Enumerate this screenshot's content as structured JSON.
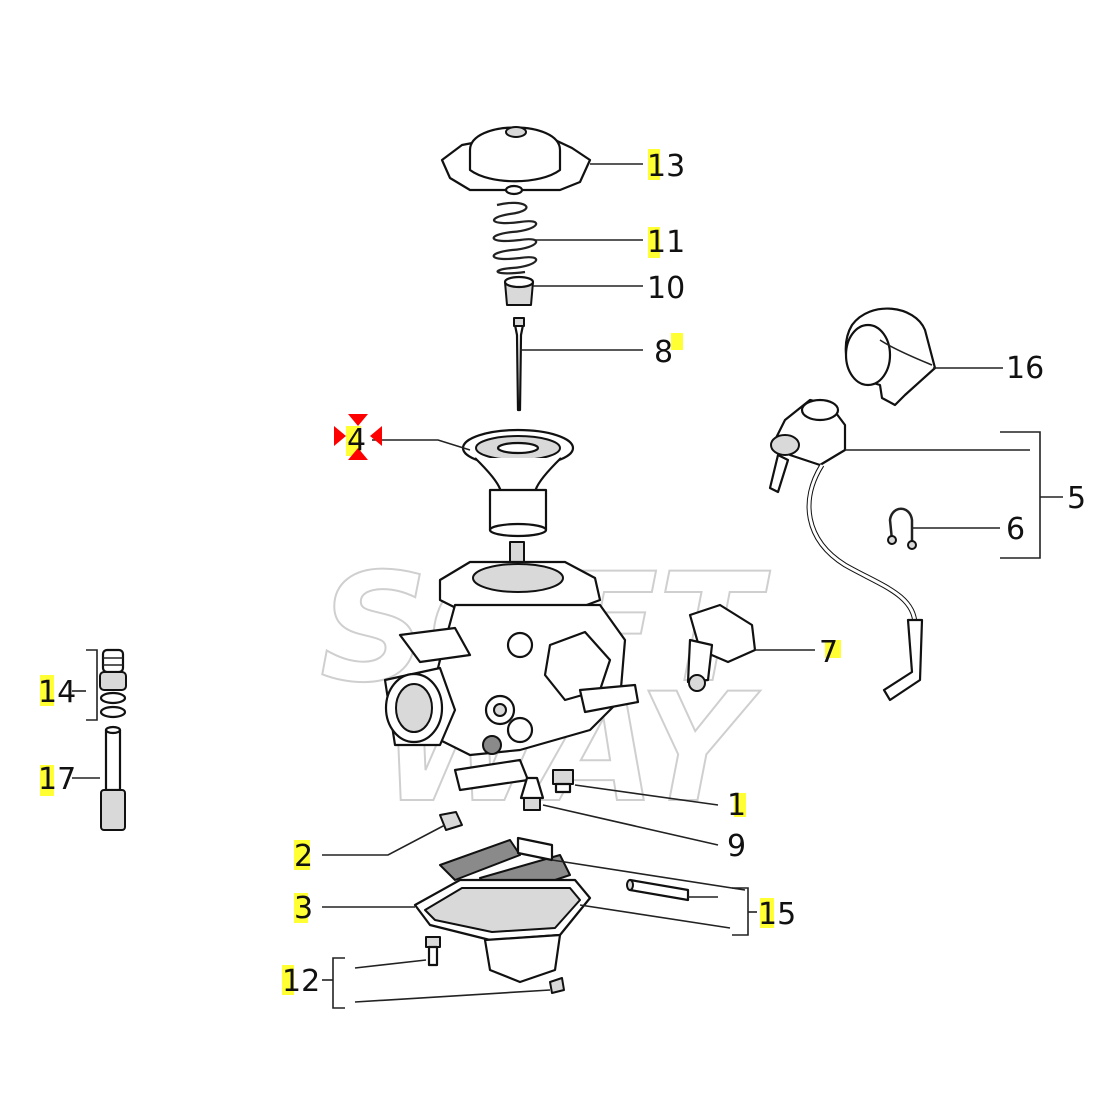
{
  "diagram": {
    "watermark_line1": "SOFT",
    "watermark_line2": "WAY",
    "highlight_color": "#ffff33",
    "marker_color": "#ff0000",
    "selected_part": "4",
    "labels": {
      "p1": "1",
      "p2": "2",
      "p3": "3",
      "p4": "4",
      "p5": "5",
      "p6": "6",
      "p7": "7",
      "p8": "8",
      "p9": "9",
      "p10": "10",
      "p11": "11",
      "p12": "12",
      "p13": "13",
      "p14": "14",
      "p15": "15",
      "p16": "16",
      "p17": "17"
    }
  }
}
